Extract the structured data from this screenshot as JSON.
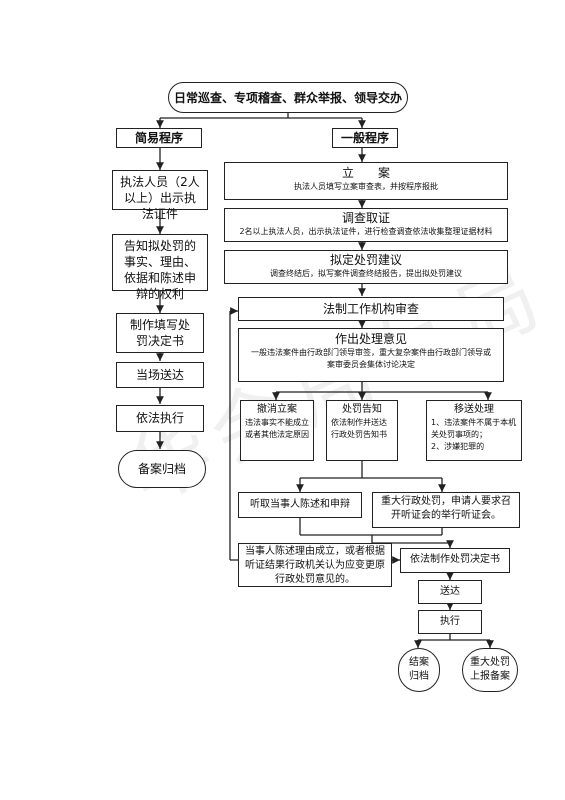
{
  "watermark": "华会局ㄅ局",
  "top_banner": "日常巡查、专项稽查、群众举报、领导交办",
  "simple": {
    "title": "简易程序",
    "step1": "执法人员（2人以上）出示执法证件",
    "step2": "告知拟处罚的事实、理由、依据和陈述申辩的权利",
    "step3": "制作填写处罚决定书",
    "step4": "当场送达",
    "step5": "依法执行",
    "step6": "备案归档"
  },
  "general": {
    "title": "一般程序",
    "filing_title": "立　　案",
    "filing_desc": "执法人员填写立案审查表，并按程序报批",
    "investigate_title": "调查取证",
    "investigate_desc": "2名以上执法人员，出示执法证件，进行检查调查依法收集整理证据材料",
    "proposal_title": "拟定处罚建议",
    "proposal_desc": "调查终结后，拟写案件调查终结报告，提出拟处罚建议",
    "review": "法制工作机构审查",
    "opinion_title": "作出处理意见",
    "opinion_desc": "一般违法案件由行政部门领导审签，重大复杂案件由行政部门领导或案审委员会集体讨论决定",
    "cancel_title": "撤消立案",
    "cancel_desc": "违法事实不能成立或者其他法定原因",
    "notice_title": "处罚告知",
    "notice_desc": "依法制作并送达行政处罚告知书",
    "transfer_title": "移送处理",
    "transfer_desc1": "1、违法案件不属于本机关处罚事项的；",
    "transfer_desc2": "2、涉嫌犯罪的",
    "hear_statement": "听取当事人陈述和申辩",
    "major_hearing": "重大行政处罚，申请人要求召开听证会的举行听证会。",
    "change_opinion": "当事人陈述理由成立，或者根据听证结果行政机关认为应变更原行政处罚意见的。",
    "make_decision": "依法制作处罚决定书",
    "deliver": "送达",
    "execute": "执行",
    "close": "结案归档",
    "report_major": "重大处罚上报备案"
  }
}
